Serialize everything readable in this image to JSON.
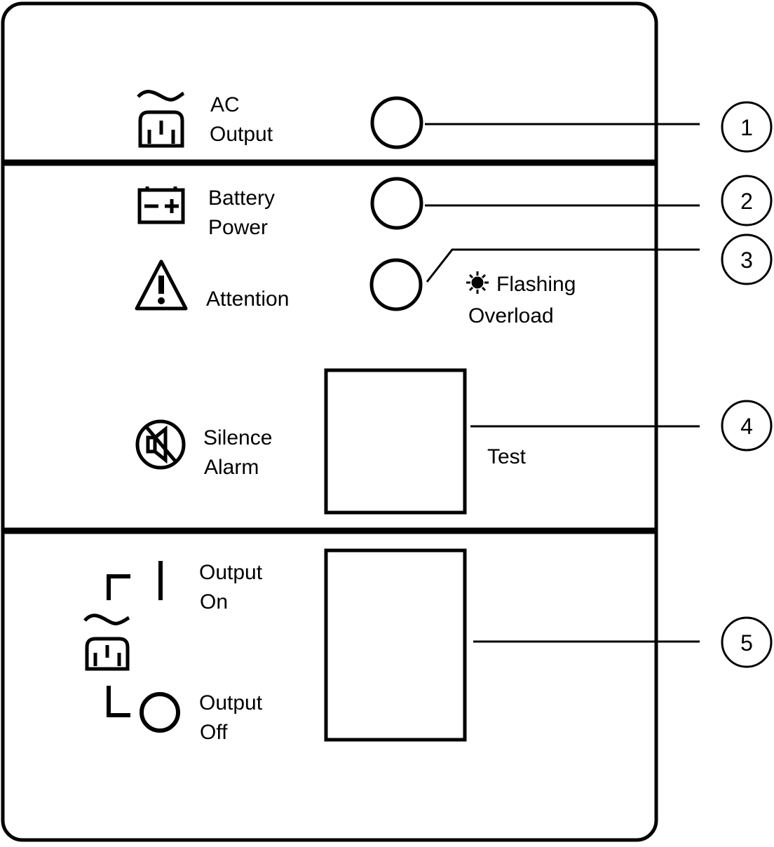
{
  "indicators": {
    "ac_output": {
      "line1": "AC",
      "line2": "Output",
      "callout": "1"
    },
    "battery_power": {
      "line1": "Battery",
      "line2": "Power",
      "callout": "2"
    },
    "attention": {
      "label": "Attention",
      "callout": "3",
      "flashing": "Flashing",
      "overload": "Overload"
    }
  },
  "controls": {
    "test_button": {
      "line1": "Silence",
      "line2": "Alarm",
      "label": "Test",
      "callout": "4"
    },
    "output_switch": {
      "on_line1": "Output",
      "on_line2": "On",
      "off_line1": "Output",
      "off_line2": "Off",
      "callout": "5"
    }
  },
  "icons": [
    "ac-output-icon",
    "battery-icon",
    "warning-icon",
    "silence-alarm-icon",
    "output-on-icon",
    "output-off-icon",
    "ac-outlet-icon",
    "flashing-icon"
  ]
}
